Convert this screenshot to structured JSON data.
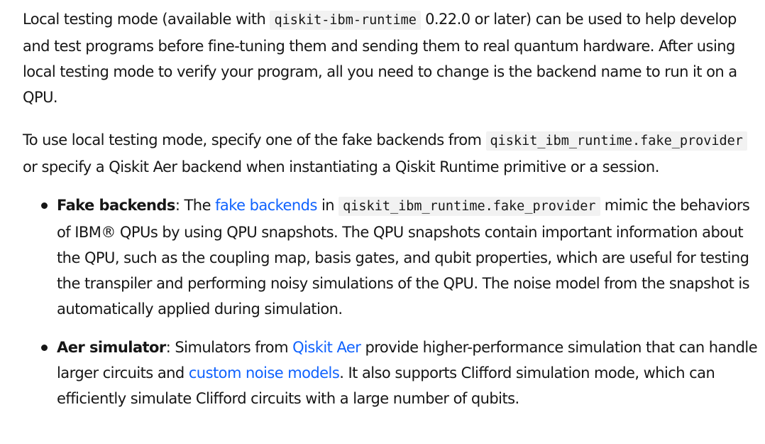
{
  "intro": {
    "t1": "Local testing mode (available with ",
    "code1": "qiskit-ibm-runtime",
    "t2": " 0.22.0 or later) can be used to help develop and test programs before fine-tuning them and sending them to real quantum hardware. After using local testing mode to verify your program, all you need to change is the backend name to run it on a QPU."
  },
  "usage": {
    "t1": "To use local testing mode, specify one of the fake backends from ",
    "code1": "qiskit_ibm_runtime.fake_provider",
    "t2": " or specify a Qiskit Aer backend when instantiating a Qiskit Runtime primitive or a session."
  },
  "features": {
    "fake": {
      "title": "Fake backends",
      "t1": ": The ",
      "link": "fake backends",
      "t2": " in ",
      "code": "qiskit_ibm_runtime.fake_provider",
      "t3": " mimic the behaviors of IBM® QPUs by using QPU snapshots. The QPU snapshots contain important information about the QPU, such as the coupling map, basis gates, and qubit properties, which are useful for testing the transpiler and performing noisy simulations of the QPU. The noise model from the snapshot is automatically applied during simulation."
    },
    "aer": {
      "title": "Aer simulator",
      "t1": ": Simulators from ",
      "link1": "Qiskit Aer",
      "t2": " provide higher-performance simulation that can handle larger circuits and ",
      "link2": "custom noise models",
      "t3": ". It also supports Clifford simulation mode, which can efficiently simulate Clifford circuits with a large number of qubits."
    }
  }
}
